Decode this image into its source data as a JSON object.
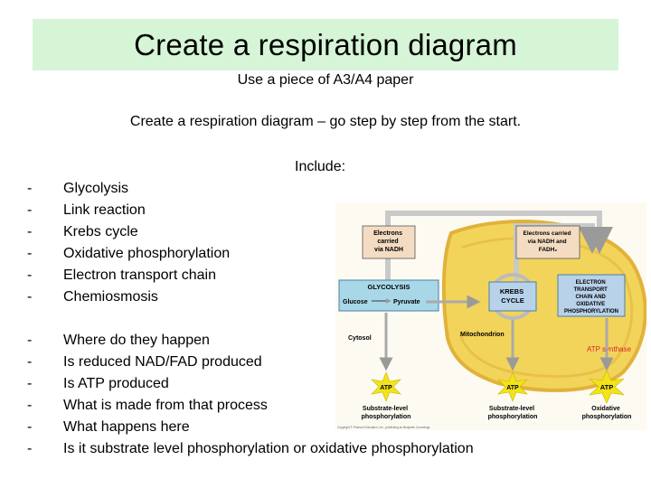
{
  "title": "Create a respiration diagram",
  "subtitle": "Use a piece of A3/A4 paper",
  "instruction": "Create a respiration diagram – go step by step from the start.",
  "include_label": "Include:",
  "bullet_marker": "-",
  "list1": [
    "Glycolysis",
    "Link reaction",
    "Krebs cycle",
    "Oxidative phosphorylation",
    "Electron transport chain",
    "Chemiosmosis"
  ],
  "list2": [
    "Where do they happen",
    "Is reduced NAD/FAD produced",
    "Is ATP produced",
    "What is made from that process",
    "What happens here",
    "Is it substrate level phosphorylation or oxidative phosphorylation"
  ],
  "diagram": {
    "electrons_nadh": [
      "Electrons",
      "carried",
      "via NADH"
    ],
    "electrons_nadh_fadh": [
      "Electrons carried",
      "via NADH and",
      "FADH₂"
    ],
    "glycolysis": "GLYCOLYSIS",
    "glucose": "Glucose",
    "pyruvate": "Pyruvate",
    "krebs": [
      "KREBS",
      "CYCLE"
    ],
    "etc": [
      "ELECTRON",
      "TRANSPORT",
      "CHAIN AND",
      "OXIDATIVE",
      "PHOSPHORYLATION"
    ],
    "cytosol": "Cytosol",
    "mitochondrion": "Mitochondrion",
    "atp_synthase": "ATP synthase",
    "atp": "ATP",
    "substrate_level": [
      "Substrate-level",
      "phosphorylation"
    ],
    "oxidative": [
      "Oxidative",
      "phosphorylation"
    ],
    "copyright": "Copyright © Pearson Education, Inc., publishing as Benjamin Cummings.",
    "colors": {
      "mito": "#f3d45a",
      "mito_edge": "#e1b23a",
      "etc_box": "#b8d2ea",
      "glyco_box": "#a8d8e8",
      "atp": "#f2e31a",
      "label_box": "#f4dcc2",
      "arrow": "#8a8a8a",
      "synthase": "#d8262a"
    }
  }
}
